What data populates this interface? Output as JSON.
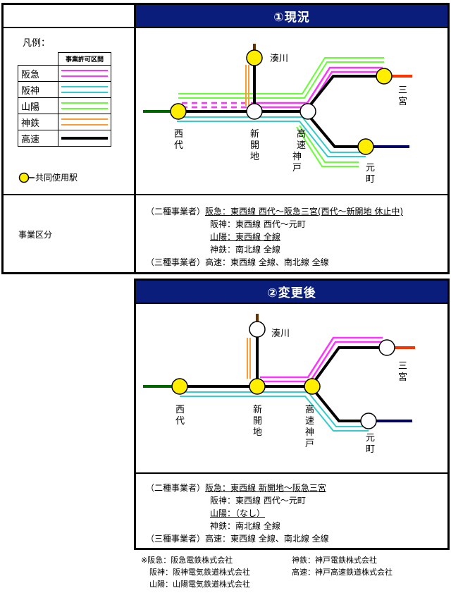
{
  "section1": {
    "title": "①現況",
    "left_label": "事業区分",
    "lines": [
      {
        "prefix": "（二種事業者）",
        "body": "阪急：東西線 西代～阪急三宮(西代～新開地 休止中)",
        "underline": true
      },
      {
        "prefix": "",
        "body": "阪神：東西線 西代～元町",
        "underline": false
      },
      {
        "prefix": "",
        "body": "山陽：東西線 全線",
        "underline": true
      },
      {
        "prefix": "",
        "body": "神鉄：南北線 全線",
        "underline": false
      },
      {
        "prefix": "（三種事業者）",
        "body": "高速：東西線 全線、南北線 全線",
        "underline": false
      }
    ]
  },
  "section2": {
    "title": "②変更後",
    "lines": [
      {
        "prefix": "（二種事業者）",
        "body": "阪急：東西線 新開地～阪急三宮",
        "underline": true
      },
      {
        "prefix": "",
        "body": "阪神：東西線 西代～元町",
        "underline": false
      },
      {
        "prefix": "",
        "body": "山陽：（なし）",
        "underline": true
      },
      {
        "prefix": "",
        "body": "神鉄：南北線 全線",
        "underline": false
      },
      {
        "prefix": "（三種事業者）",
        "body": "高速：東西線 全線、南北線 全線",
        "underline": false
      }
    ]
  },
  "legend": {
    "title": "凡例：",
    "header": "事業許可区間",
    "rows": [
      {
        "name": "阪急",
        "color": "#ff33ff"
      },
      {
        "name": "阪神",
        "color": "#33cccc"
      },
      {
        "name": "山陽",
        "color": "#66ff33"
      },
      {
        "name": "神鉄",
        "color": "#ff9933"
      },
      {
        "name": "高速",
        "color": "#000000"
      }
    ],
    "shared_station": "共同使用駅"
  },
  "stations": {
    "minatogawa": "湊川",
    "nishidai": "西代",
    "shinkaichi": "新開地",
    "kosoku_kobe": "高速神戸",
    "sannomiya": "三宮",
    "motomachi": "元町"
  },
  "footnote": {
    "rows": [
      [
        "※阪急：阪急電鉄株式会社",
        "神鉄：神戸電鉄株式会社"
      ],
      [
        "阪神：阪神電気鉄道株式会社",
        "高速：神戸高速鉄道株式会社"
      ],
      [
        "山陽：山陽電気鉄道株式会社",
        ""
      ]
    ]
  },
  "colors": {
    "header": "#0a1d7a",
    "hankyu": "#ff33ff",
    "hanshin": "#33cccc",
    "sanyo": "#66ff33",
    "shintetsu": "#ff9933",
    "kosoku": "#000000",
    "sanyo_branch": "#006600",
    "hankyu_branch": "#ff3300",
    "hanshin_branch": "#000066",
    "shintetsu_branch": "#663300",
    "shared_station": "#ffee00"
  }
}
